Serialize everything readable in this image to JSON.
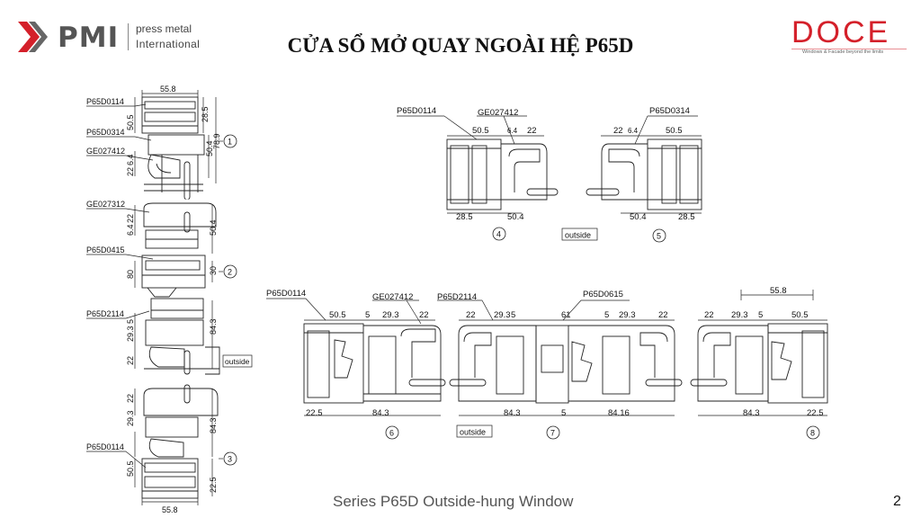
{
  "header": {
    "pmi_logo": {
      "word": "PMI",
      "line1": "press metal",
      "line2": "International"
    },
    "title": "CỬA SỔ MỞ QUAY NGOÀI HỆ P65D",
    "doce_logo": {
      "word": "DOCE",
      "tagline": "Windows & Facade beyond the limits"
    }
  },
  "colors": {
    "doce_red": "#d4202a",
    "line": "#222222"
  },
  "left_section": {
    "codes": [
      "P65D0114",
      "P65D0314",
      "GE027412",
      "GE027312",
      "P65D0415",
      "P65D2114",
      "P65D0114"
    ],
    "dims": [
      "55.8",
      "50.5",
      "28.5",
      "78.9",
      "50.4",
      "6.4",
      "22",
      "22",
      "6.4",
      "50.4",
      "80",
      "30",
      "5",
      "29.3",
      "84.3",
      "22",
      "22",
      "29.3",
      "84.3",
      "50.5",
      "22.5",
      "55.8"
    ],
    "callouts": [
      "1",
      "2",
      "3"
    ],
    "outside": "outside"
  },
  "section_4": {
    "codes": [
      "P65D0114",
      "GE027412"
    ],
    "dims": [
      "50.5",
      "6.4",
      "22",
      "28.5",
      "50.4"
    ],
    "callout": "4"
  },
  "section_5": {
    "codes": [
      "P65D0314"
    ],
    "dims": [
      "22",
      "6.4",
      "50.5",
      "50.4",
      "28.5"
    ],
    "callout": "5"
  },
  "label_outside_mid": "outside",
  "section_6": {
    "codes": [
      "P65D0114",
      "GE027412"
    ],
    "dims": [
      "50.5",
      "5",
      "29.3",
      "22",
      "22.5",
      "84.3"
    ],
    "callout": "6"
  },
  "section_7": {
    "codes": [
      "P65D2114",
      "P65D0615"
    ],
    "dims": [
      "22",
      "29.3",
      "5",
      "61",
      "5",
      "29.3",
      "22",
      "84.3",
      "5",
      "84.16"
    ],
    "callout": "7",
    "outside": "outside"
  },
  "section_8": {
    "dims": [
      "55.8",
      "22",
      "29.3",
      "5",
      "50.5",
      "84.3",
      "22.5"
    ],
    "callout": "8"
  },
  "footer": {
    "caption": "Series P65D Outside-hung Window",
    "page_number": "2"
  }
}
